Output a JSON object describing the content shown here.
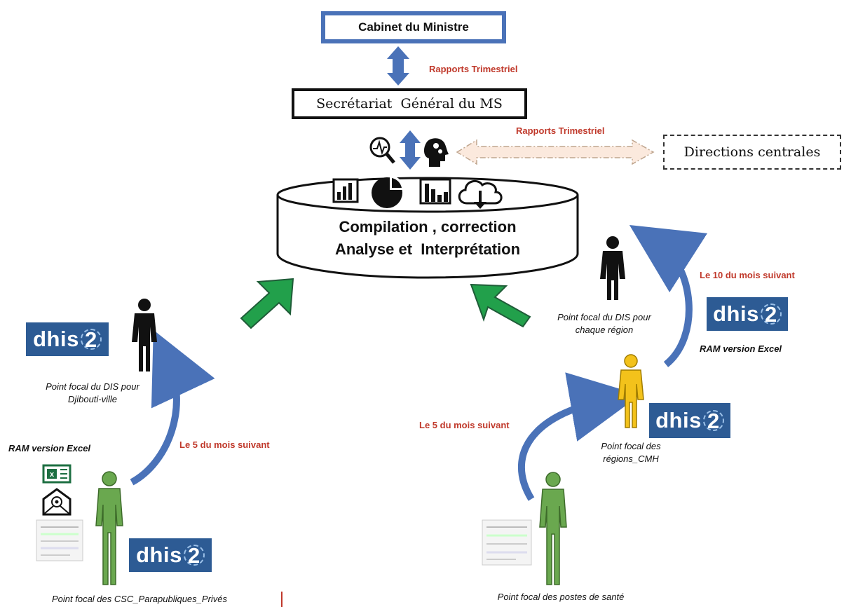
{
  "nodes": {
    "cabinet": "Cabinet du Ministre",
    "secretariat": "Secrétariat  Général du MS",
    "directions": "Directions centrales",
    "central_line1": "Compilation , correction",
    "central_line2": "Analyse et  Interprétation"
  },
  "labels": {
    "rapports_top": "Rapports Trimestriel",
    "rapports_dir": "Rapports Trimestriel",
    "le10": "Le 10 du mois suivant",
    "le5_left": "Le 5 du mois suivant",
    "le5_right": "Le 5 du mois suivant",
    "ram_right": "RAM version Excel",
    "ram_left": "RAM version Excel"
  },
  "actors": {
    "dis_region_line1": "Point focal du DIS pour",
    "dis_region_line2": "chaque région",
    "dis_djib_line1": "Point focal du DIS pour",
    "dis_djib_line2": "Djibouti-ville",
    "regions_line1": "Point focal des",
    "regions_line2": "régions_CMH",
    "csc": "Point focal des CSC_Parapubliques_Privés",
    "postes": "Point focal des postes de santé"
  },
  "brand": {
    "dhis_text": "dhis",
    "dhis_num": "2",
    "dhis_color": "#2d5b94"
  },
  "colors": {
    "cabinet_border": "#4a72b8",
    "arrow_blue": "#4a72b8",
    "arrow_green": "#22a04b",
    "person_black": "#111111",
    "person_yellow": "#f3c21b",
    "person_green": "#6aa84f",
    "label_red": "#c0392b"
  },
  "icons": [
    "analytics-search-icon",
    "head-gears-icon",
    "bar-chart-icon",
    "pie-chart-icon",
    "column-chart-icon",
    "cloud-download-icon",
    "excel-icon",
    "email-icon",
    "form-document-icon"
  ]
}
